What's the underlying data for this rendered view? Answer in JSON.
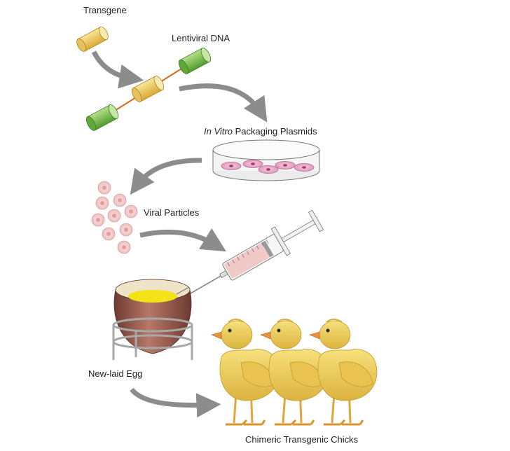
{
  "labels": {
    "transgene": "Transgene",
    "lentiviral_dna": "Lentiviral DNA",
    "packaging_italic": "In Vitro",
    "packaging_rest": " Packaging Plasmids",
    "viral_particles": "Viral Particles",
    "egg": "New-laid Egg",
    "chicks": "Chimeric Transgenic Chicks"
  },
  "colors": {
    "transgene": "#e9c14a",
    "lentiviral": "#6fb545",
    "linker": "#d2691e",
    "arrow": "#8c8c8c",
    "cells": "#e8a2c3",
    "particles": "#f1cccc",
    "syringe_fluid": "#f2c9c9",
    "egg_shell": "#9a5a4e",
    "yolk": "#f3e317",
    "chick": "#f2d35c",
    "chick_beak": "#e8913a"
  },
  "icons": {
    "transgene": "cylinder-icon",
    "lentiviral": "cylinder-icon",
    "dish": "petri-dish-icon",
    "syringe": "syringe-icon",
    "egg": "egg-icon",
    "chick": "chick-icon"
  }
}
